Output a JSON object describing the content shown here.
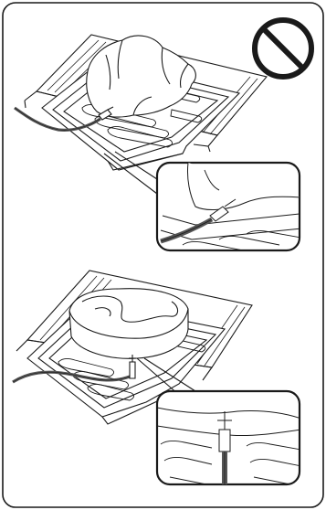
{
  "figure": {
    "panels": [
      {
        "name": "whole-chicken-probe-incorrect",
        "status": "prohibited",
        "status_icon": "prohibition-icon"
      },
      {
        "name": "steak-probe-correct",
        "status": "allowed"
      }
    ],
    "colors": {
      "border": "#1a1a1a",
      "line": "#1a1a1a",
      "fill": "#ffffff",
      "cable": "#555555",
      "cable_dark": "#222222"
    }
  }
}
